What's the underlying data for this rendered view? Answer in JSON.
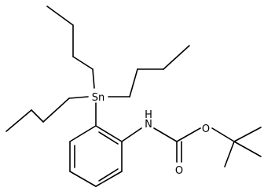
{
  "molecule": {
    "atom_labels": {
      "tin": "Sn",
      "nitrogen": "N",
      "nitrogen_h": "H",
      "carbonyl_oxygen": "O",
      "ester_oxygen": "O"
    }
  },
  "colors": {
    "background": "#ffffff",
    "bond": "#000000",
    "text": "#000000"
  }
}
